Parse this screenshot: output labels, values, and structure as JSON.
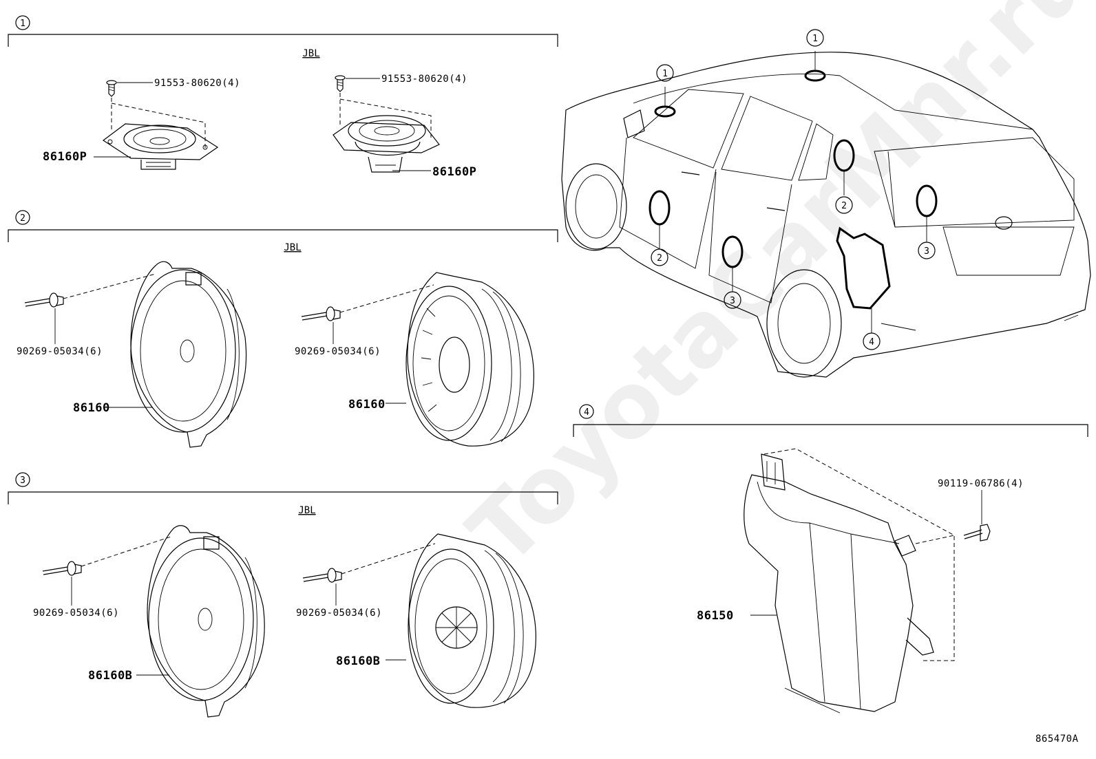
{
  "watermark": "ToyotaCarMnr.ru",
  "diagram_code": "865470A",
  "sections": [
    {
      "id": "1",
      "label": "JBL"
    },
    {
      "id": "2",
      "label": "JBL"
    },
    {
      "id": "3",
      "label": "JBL"
    },
    {
      "id": "4",
      "label": ""
    }
  ],
  "parts": {
    "screw_91553": "91553-80620(4)",
    "tweeter": "86160P",
    "rivet_90269": "90269-05034(6)",
    "speaker_front": "86160",
    "speaker_rear": "86160B",
    "subwoofer": "86150",
    "bolt_90119": "90119-06786(4)"
  },
  "car_markers": [
    "1",
    "1",
    "2",
    "2",
    "3",
    "3",
    "4"
  ]
}
